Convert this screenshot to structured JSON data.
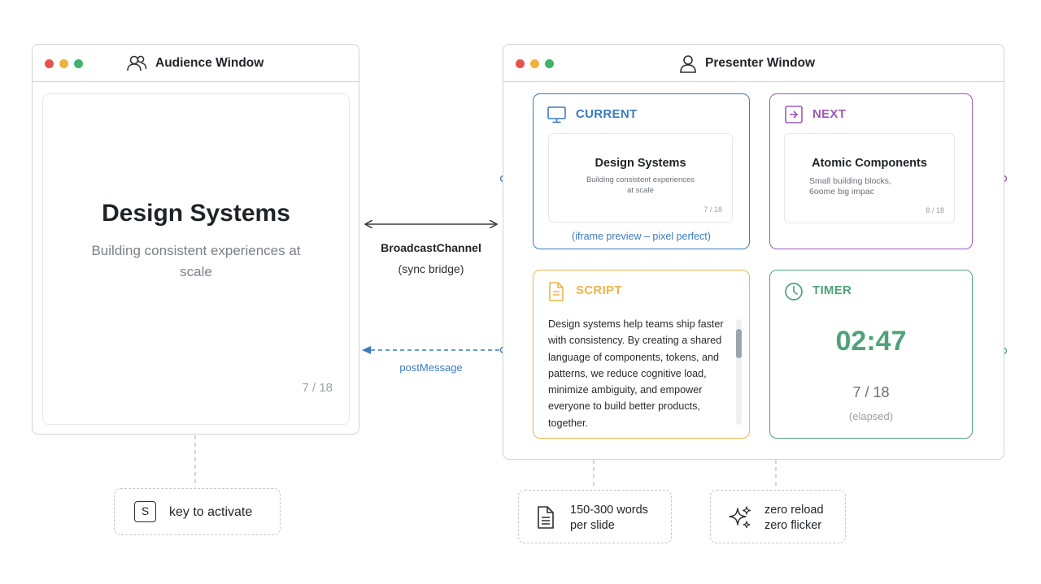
{
  "audience": {
    "title": "Audience Window",
    "slide_title": "Design Systems",
    "slide_subtitle": "Building consistent experiences at scale",
    "page": "7 / 18"
  },
  "presenter": {
    "title": "Presenter Window",
    "current": {
      "label": "CURRENT",
      "slide_title": "Design Systems",
      "slide_subtitle": "Building consistent experiences at scale",
      "page": "7 / 18",
      "caption": "(iframe preview – pixel perfect)"
    },
    "next": {
      "label": "NEXT",
      "slide_title": "Atomic Components",
      "slide_subtitle": "Small building blocks, 6oome big impac",
      "page": "8 / 18"
    },
    "script": {
      "label": "SCRIPT",
      "text": "Design systems help teams ship faster with consistency. By creating a shared language of components, tokens, and patterns, we reduce cognitive load, minimize ambiguity, and empower everyone to build better products, together."
    },
    "timer": {
      "label": "TIMER",
      "value": "02:47",
      "page": "7 / 18",
      "note": "(elapsed)"
    }
  },
  "bridge": {
    "channel": "BroadcastChannel",
    "channel_note": "(sync bridge)",
    "post": "postMessage"
  },
  "callouts": {
    "key_letter": "S",
    "key_text": "key to activate",
    "words_line1": "150-300 words",
    "words_line2": "per slide",
    "reload_line1": "zero reload",
    "reload_line2": "zero flicker"
  },
  "colors": {
    "blue": "#3b7bbf",
    "purple": "#9b59b6",
    "orange": "#efb54a",
    "green": "#4fa27a",
    "red_dot": "#e5534b",
    "yellow_dot": "#f0b23e",
    "green_dot": "#3fb36b"
  }
}
